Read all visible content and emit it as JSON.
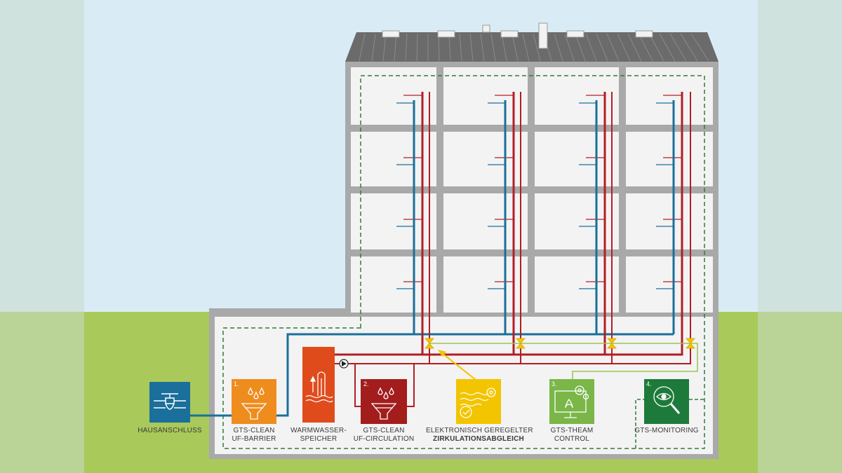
{
  "components": {
    "hausanschluss": {
      "label": "HAUSANSCHLUSS",
      "color": "#1a6f9b"
    },
    "uf_barrier": {
      "number": "1.",
      "line1": "GTS-CLEAN",
      "line2": "UF-BARRIER",
      "color": "#ef8c1e"
    },
    "warmwasserspeicher": {
      "line1": "WARMWASSER-",
      "line2": "SPEICHER",
      "color": "#e04b1c"
    },
    "uf_circulation": {
      "number": "2.",
      "line1": "GTS-CLEAN",
      "line2": "UF-CIRCULATION",
      "color": "#a31d1d"
    },
    "zirkulationsabgleich": {
      "line1": "ELEKTRONISCH GEREGELTER",
      "line2": "ZIRKULATIONSABGLEICH",
      "color": "#f3c400"
    },
    "theam_control": {
      "number": "3.",
      "line1": "GTS-THEAM",
      "line2": "CONTROL",
      "color": "#7ab648"
    },
    "monitoring": {
      "number": "4.",
      "line1": "GTS-MONITORING",
      "color": "#1e7a3a"
    }
  },
  "colors": {
    "sky": "#d9ecf6",
    "grass": "#a9c95a",
    "wall": "#a9a9a9",
    "roof": "#6b6b6b",
    "cold_water": "#1a6f9b",
    "hot_water": "#b31e24",
    "dashed": "#2f7d3a",
    "signal": "#9bc44f",
    "valve": "#f3c400"
  }
}
